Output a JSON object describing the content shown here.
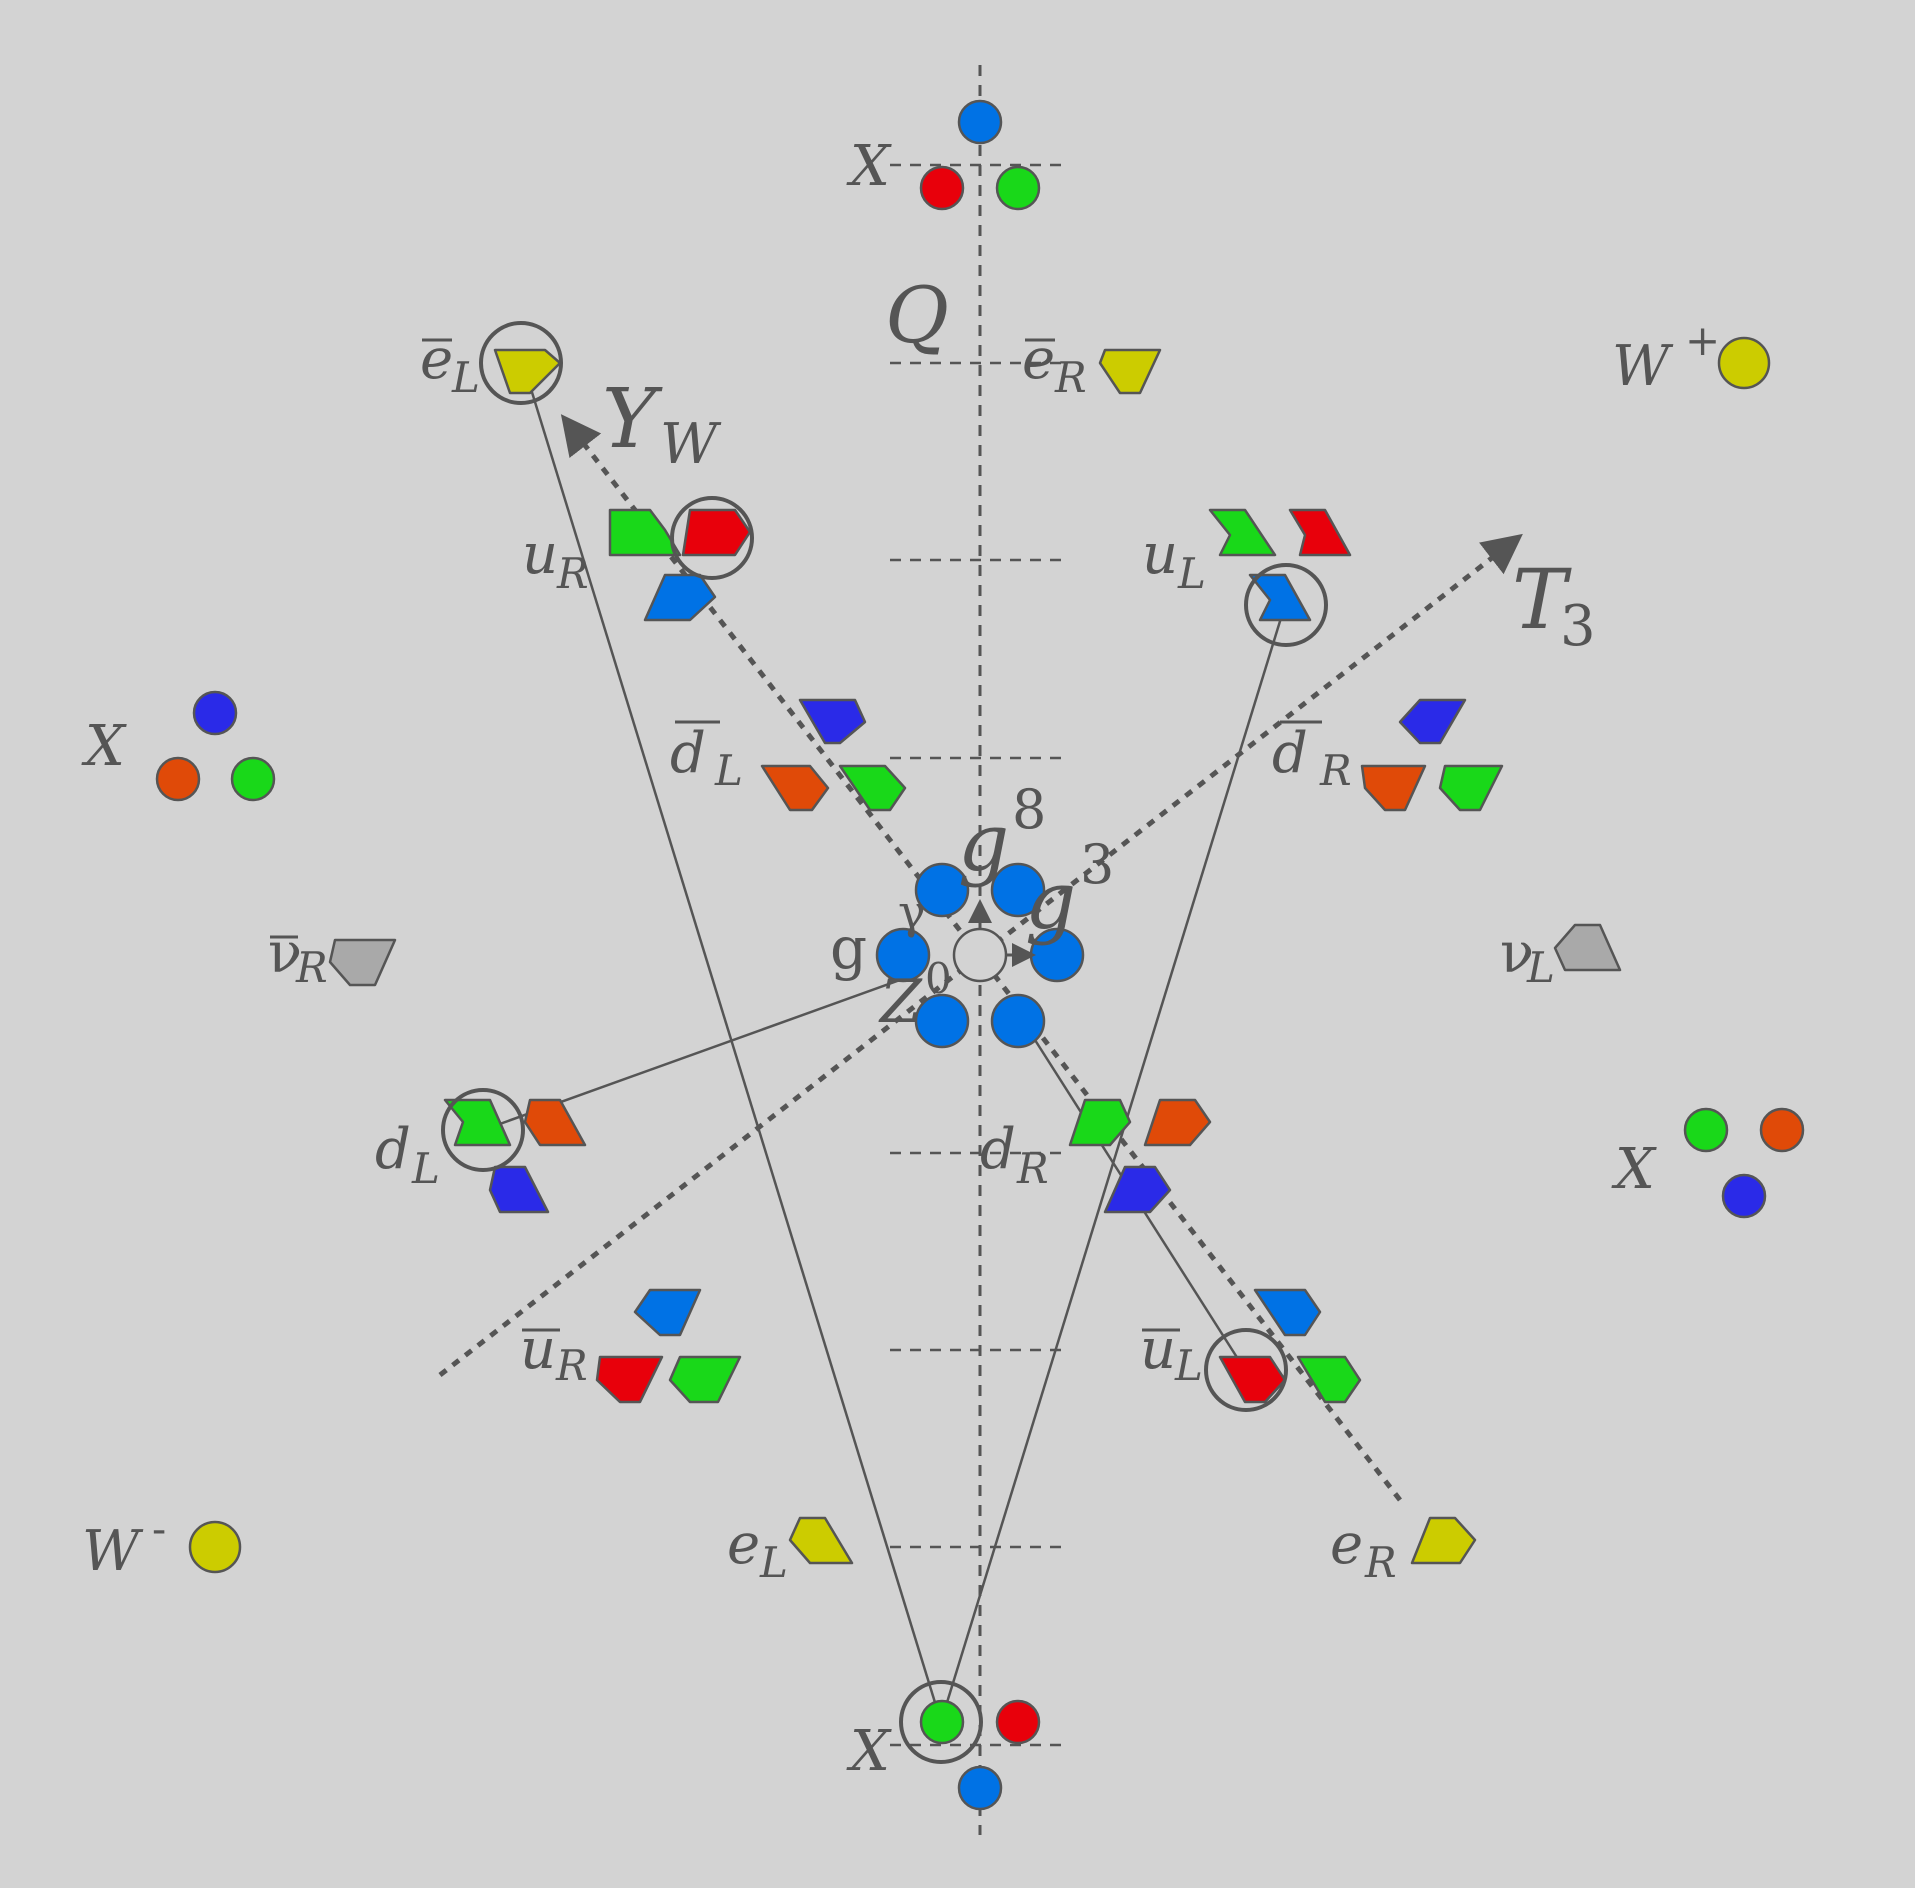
{
  "colors": {
    "background": "#d3d3d3",
    "ink": "#555555",
    "red": "#e8000b",
    "green": "#19d819",
    "blue": "#0072e5",
    "darkblue": "#2a2ae8",
    "orange": "#e04a08",
    "yellow": "#cccc00",
    "grey": "#a9a9a9",
    "white": "#d3d3d3"
  },
  "labels": {
    "axis_q": "Q",
    "axis_yw": "Y",
    "axis_yw_sub": "W",
    "axis_t3": "T",
    "axis_t3_sub": "3",
    "x_top": "X",
    "x_left": "X",
    "x_right": "X",
    "x_bottom": "X",
    "w_plus": "W",
    "w_plus_sup": "+",
    "w_minus": "W",
    "w_minus_sup": "-",
    "g8": "g",
    "g8_sup": "8",
    "g3": "g",
    "g3_sup": "3",
    "gamma": "γ",
    "gluon": "g",
    "z0": "Z",
    "z0_sup": "0",
    "ebar_L": "e",
    "ebar_L_sub": "L",
    "ebar_R": "e",
    "ebar_R_sub": "R",
    "u_R": "u",
    "u_R_sub": "R",
    "u_L": "u",
    "u_L_sub": "L",
    "dbar_L": "d",
    "dbar_L_sub": "L",
    "dbar_R": "d",
    "dbar_R_sub": "R",
    "nubar_R": "ν",
    "nubar_R_sub": "R",
    "nu_L": "ν",
    "nu_L_sub": "L",
    "d_L": "d",
    "d_L_sub": "L",
    "d_R": "d",
    "d_R_sub": "R",
    "ubar_R": "u",
    "ubar_R_sub": "R",
    "ubar_L": "u",
    "ubar_L_sub": "L",
    "e_L": "e",
    "e_L_sub": "L",
    "e_R": "e",
    "e_R_sub": "R"
  }
}
